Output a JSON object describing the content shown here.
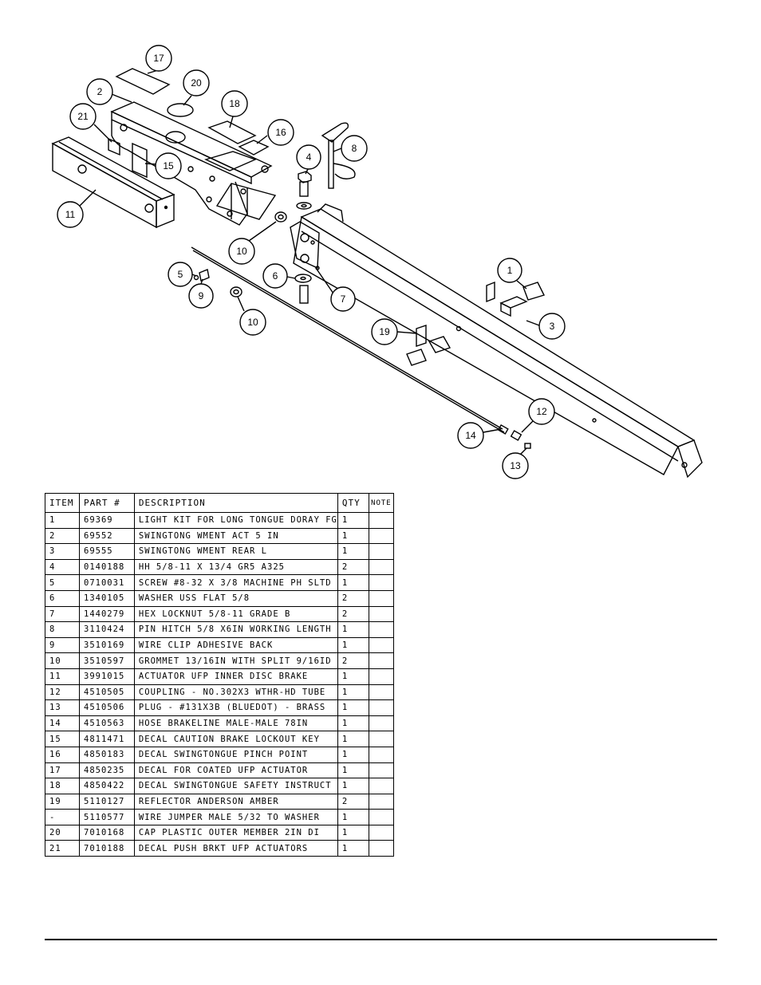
{
  "diagram": {
    "callouts": [
      "17",
      "20",
      "2",
      "18",
      "16",
      "21",
      "15",
      "11",
      "4",
      "8",
      "10",
      "5",
      "6",
      "9",
      "7",
      "1",
      "10",
      "3",
      "19",
      "12",
      "14",
      "13"
    ]
  },
  "table": {
    "headers": {
      "item": "ITEM",
      "part": "PART #",
      "description": "DESCRIPTION",
      "qty": "QTY",
      "note": "NOTE"
    },
    "rows": [
      {
        "item": "1",
        "part": "69369",
        "description": "LIGHT KIT FOR LONG TONGUE DORAY FG",
        "qty": "1",
        "note": ""
      },
      {
        "item": "2",
        "part": "69552",
        "description": "SWINGTONG WMENT ACT 5 IN",
        "qty": "1",
        "note": ""
      },
      {
        "item": "3",
        "part": "69555",
        "description": "SWINGTONG WMENT REAR L",
        "qty": "1",
        "note": ""
      },
      {
        "item": "4",
        "part": "0140188",
        "description": "HH 5/8-11 X 13/4  GR5 A325",
        "qty": "2",
        "note": ""
      },
      {
        "item": "5",
        "part": "0710031",
        "description": "SCREW #8-32 X 3/8 MACHINE PH SLTD",
        "qty": "1",
        "note": ""
      },
      {
        "item": "6",
        "part": "1340105",
        "description": "WASHER USS FLAT 5/8",
        "qty": "2",
        "note": ""
      },
      {
        "item": "7",
        "part": "1440279",
        "description": "HEX LOCKNUT 5/8-11 GRADE B",
        "qty": "2",
        "note": ""
      },
      {
        "item": "8",
        "part": "3110424",
        "description": "PIN HITCH 5/8 X6IN WORKING LENGTH",
        "qty": "1",
        "note": ""
      },
      {
        "item": "9",
        "part": "3510169",
        "description": "WIRE CLIP   ADHESIVE BACK",
        "qty": "1",
        "note": ""
      },
      {
        "item": "10",
        "part": "3510597",
        "description": "GROMMET 13/16IN  WITH SPLIT 9/16ID",
        "qty": "2",
        "note": ""
      },
      {
        "item": "11",
        "part": "3991015",
        "description": "ACTUATOR UFP INNER  DISC BRAKE",
        "qty": "1",
        "note": ""
      },
      {
        "item": "12",
        "part": "4510505",
        "description": "COUPLING - NO.302X3 WTHR-HD TUBE",
        "qty": "1",
        "note": ""
      },
      {
        "item": "13",
        "part": "4510506",
        "description": "PLUG - #131X3B (BLUEDOT) - BRASS",
        "qty": "1",
        "note": ""
      },
      {
        "item": "14",
        "part": "4510563",
        "description": "HOSE BRAKELINE MALE-MALE 78IN",
        "qty": "1",
        "note": ""
      },
      {
        "item": "15",
        "part": "4811471",
        "description": "DECAL CAUTION BRAKE LOCKOUT KEY",
        "qty": "1",
        "note": ""
      },
      {
        "item": "16",
        "part": "4850183",
        "description": "DECAL SWINGTONGUE PINCH POINT",
        "qty": "1",
        "note": ""
      },
      {
        "item": "17",
        "part": "4850235",
        "description": "DECAL FOR COATED UFP ACTUATOR",
        "qty": "1",
        "note": ""
      },
      {
        "item": "18",
        "part": "4850422",
        "description": "DECAL SWINGTONGUE SAFETY INSTRUCT",
        "qty": "1",
        "note": ""
      },
      {
        "item": "19",
        "part": "5110127",
        "description": "REFLECTOR ANDERSON AMBER",
        "qty": "2",
        "note": ""
      },
      {
        "item": "-",
        "part": "5110577",
        "description": "WIRE JUMPER MALE 5/32 TO WASHER",
        "qty": "1",
        "note": ""
      },
      {
        "item": "20",
        "part": "7010168",
        "description": "CAP  PLASTIC OUTER MEMBER 2IN DI",
        "qty": "1",
        "note": ""
      },
      {
        "item": "21",
        "part": "7010188",
        "description": "DECAL PUSH BRKT UFP ACTUATORS",
        "qty": "1",
        "note": ""
      }
    ]
  }
}
